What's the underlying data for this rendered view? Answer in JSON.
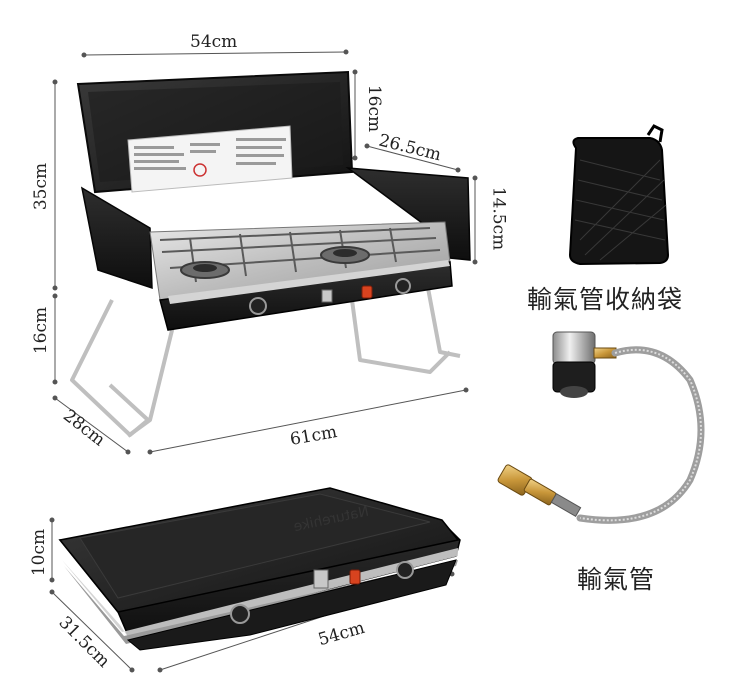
{
  "dims": {
    "top_width": "54cm",
    "lid_height": "16cm",
    "depth_top": "26.5cm",
    "total_height": "35cm",
    "wind_height": "14.5cm",
    "leg_height": "16cm",
    "depth_left": "28cm",
    "bottom_width": "61cm",
    "closed_height": "10cm",
    "closed_depth": "31.5cm",
    "closed_width": "54cm"
  },
  "labels": {
    "bag": "輸氣管收納袋",
    "hose": "輸氣管"
  }
}
